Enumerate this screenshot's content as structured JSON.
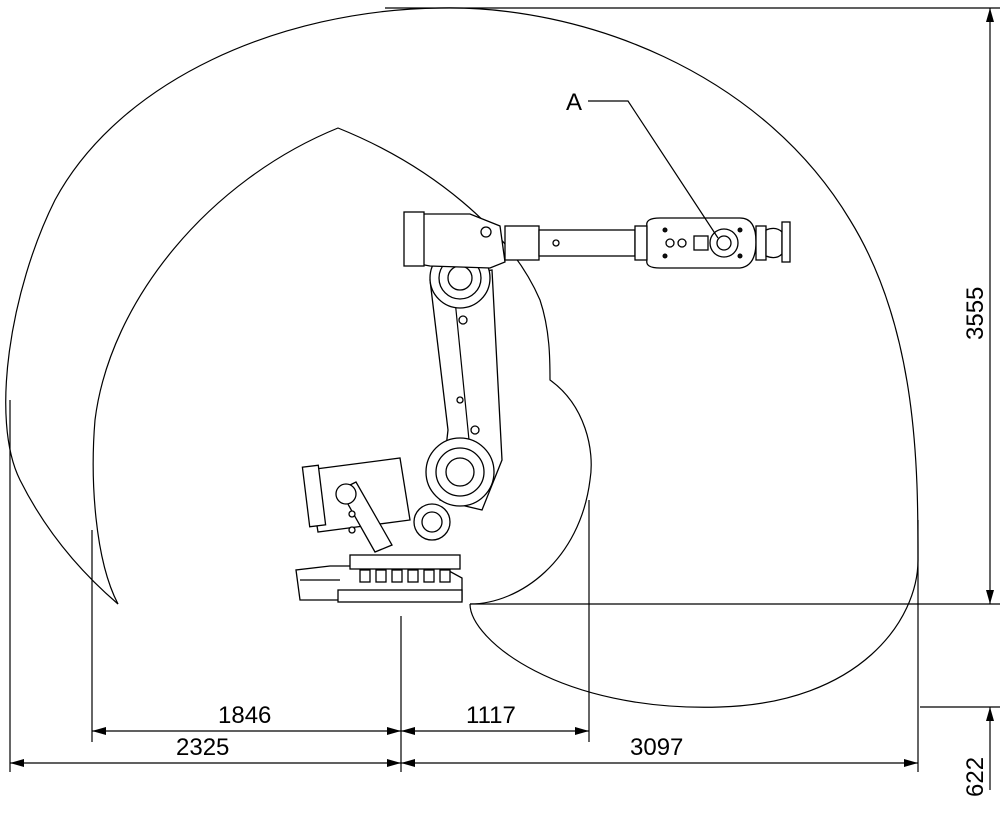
{
  "diagram": {
    "labels": {
      "point_a": "A",
      "dim_reach_inner_left": "1846",
      "dim_reach_inner_right": "1117",
      "dim_reach_outer_left": "2325",
      "dim_reach_outer_right": "3097",
      "dim_height_above_base": "3555",
      "dim_depth_below_base": "622"
    },
    "colors": {
      "line": "#000000",
      "background": "#ffffff"
    }
  }
}
